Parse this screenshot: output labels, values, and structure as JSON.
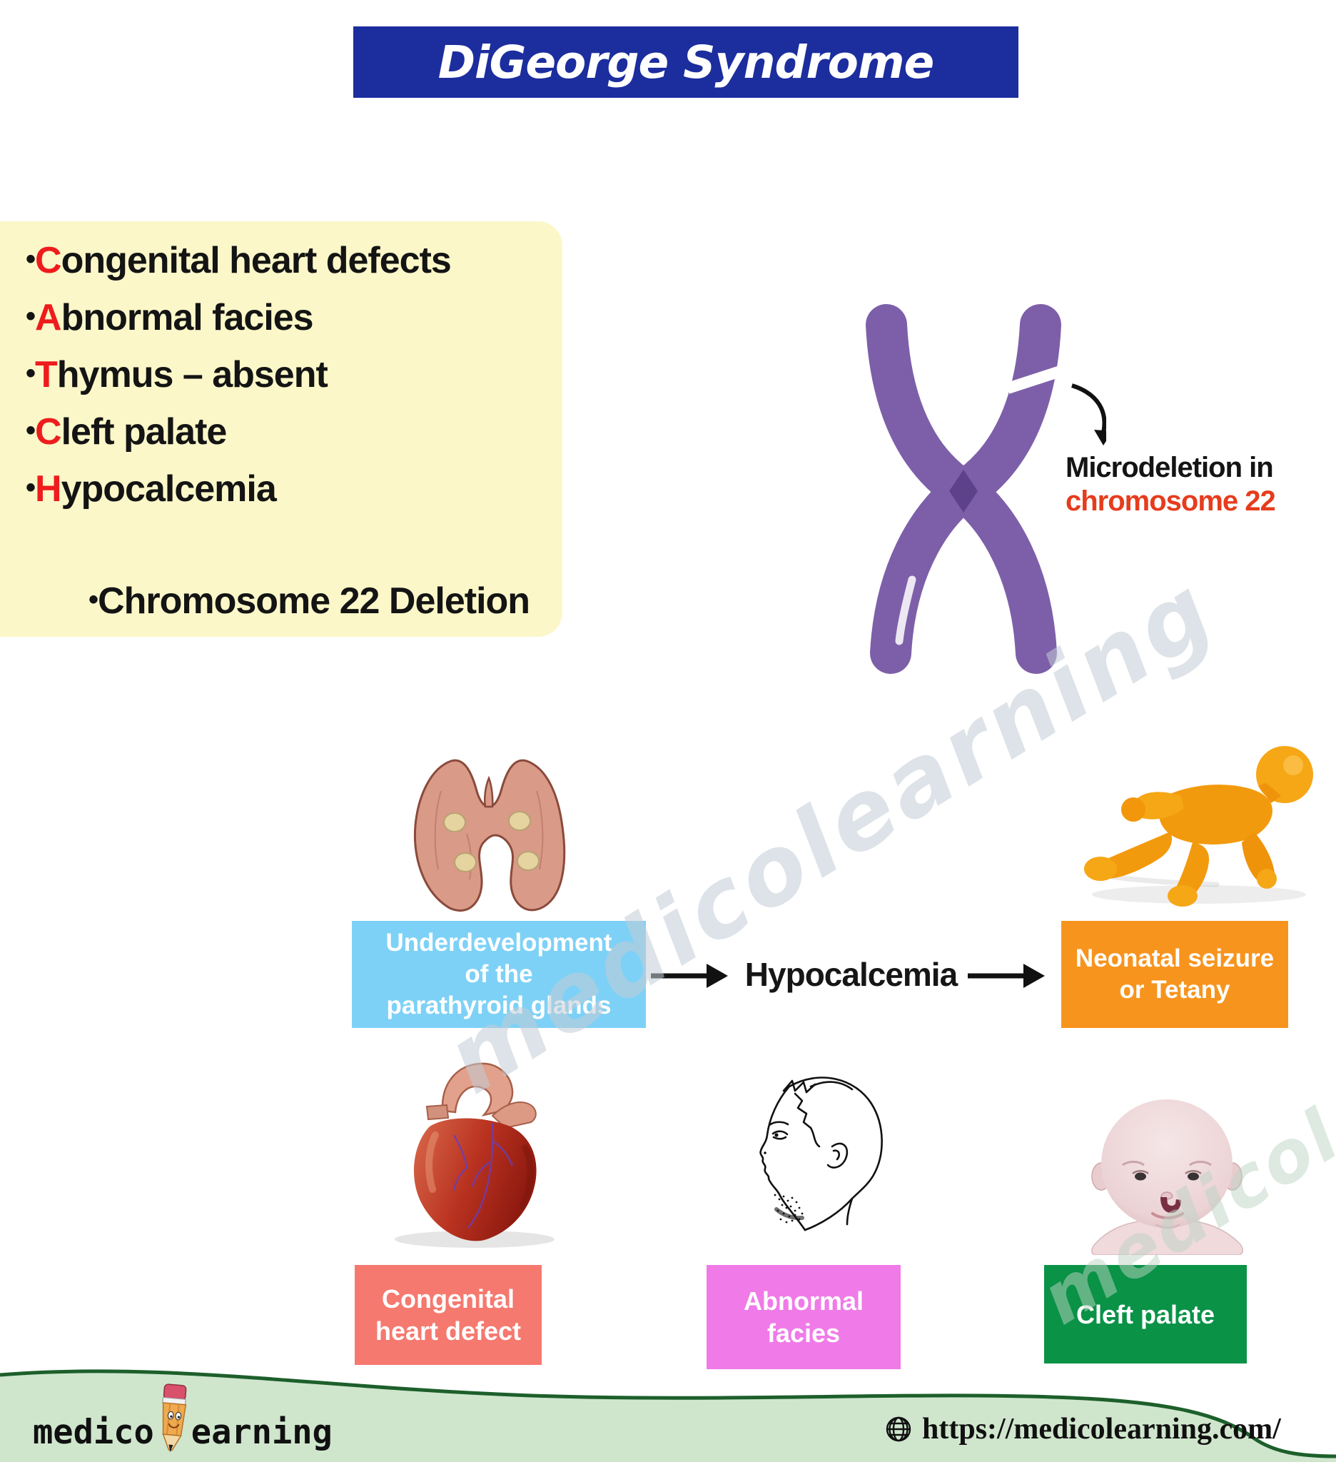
{
  "title": "DiGeorge Syndrome",
  "mnemonic": {
    "items": [
      {
        "bullet": "•",
        "first": "C",
        "rest": "ongenital heart defects"
      },
      {
        "bullet": "•",
        "first": "A",
        "rest": "bnormal facies"
      },
      {
        "bullet": "•",
        "first": "T",
        "rest": "hymus – absent"
      },
      {
        "bullet": "•",
        "first": "C",
        "rest": "left palate"
      },
      {
        "bullet": "•",
        "first": "H",
        "rest": "ypocalcemia"
      }
    ],
    "footnote_bullet": "•",
    "footnote": "Chromosome 22 Deletion"
  },
  "chromosome_label": {
    "line1": "Microdeletion in",
    "line2": "chromosome 22"
  },
  "flow": {
    "cause": {
      "line1": "Underdevelopment",
      "line2": "of the",
      "line3": "parathyroid glands"
    },
    "middle": "Hypocalcemia",
    "result": {
      "line1": "Neonatal seizure",
      "line2": "or Tetany"
    }
  },
  "labels": {
    "heart": {
      "line1": "Congenital",
      "line2": "heart defect"
    },
    "facies": {
      "line1": "Abnormal",
      "line2": "facies"
    },
    "cleft": {
      "line1": "Cleft palate"
    }
  },
  "watermark": {
    "main": "medicolearning",
    "secondary": "medicolearning"
  },
  "footer": {
    "logo_prefix": "medico",
    "logo_suffix": "earning",
    "url": "https://medicolearning.com/"
  },
  "icons": {
    "globe": "globe-icon",
    "pencil": "pencil-mascot-icon",
    "arrow": "right-arrow-icon",
    "deletion_arrow": "curved-arrow-icon"
  },
  "colors": {
    "title_bg": "#1c2d9e",
    "mnemonic_bg": "#fbf7c9",
    "red_letter": "#ee1c1c",
    "chromosome_purple": "#7d5fa9",
    "chromosome22_red": "#e63c1e",
    "cause_box": "#7ed1f6",
    "result_box": "#f7941e",
    "heart_label_bg": "#f5796f",
    "facies_label_bg": "#f07ae8",
    "cleft_label_bg": "#0a9247",
    "footer_band": "#cfe6cd",
    "footer_line": "#1d5f2b"
  }
}
